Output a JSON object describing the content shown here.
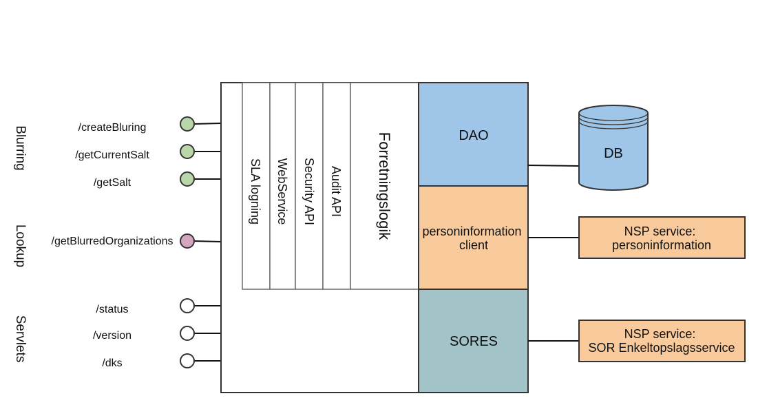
{
  "colors": {
    "endpoint_blurring": "#b9d7a8",
    "endpoint_lookup": "#d5a6bd",
    "endpoint_servlet": "#ffffff",
    "dao": "#9fc5e8",
    "personinformation_client": "#f9cb9c",
    "sores": "#a2c4c9",
    "db": "#9fc5e8",
    "nsp_service": "#f9cb9c",
    "stroke": "#333333"
  },
  "groups": [
    {
      "label": "Blurring",
      "endpoints": [
        "/createBluring",
        "/getCurrentSalt",
        "/getSalt"
      ]
    },
    {
      "label": "Lookup",
      "endpoints": [
        "/getBlurredOrganizations"
      ]
    },
    {
      "label": "Servlets",
      "endpoints": [
        "/status",
        "/version",
        "/dks"
      ]
    }
  ],
  "layers": [
    "SLA logning",
    "WebService",
    "Security API",
    "Audit API",
    "Forretningslogik"
  ],
  "components": {
    "dao": "DAO",
    "personinformation_client": [
      "personinformation",
      "client"
    ],
    "sores": "SORES"
  },
  "externals": {
    "db": "DB",
    "nsp_personinformation": [
      "NSP service:",
      "personinformation"
    ],
    "nsp_sor": [
      "NSP service:",
      "SOR Enkeltopslagsservice"
    ]
  }
}
